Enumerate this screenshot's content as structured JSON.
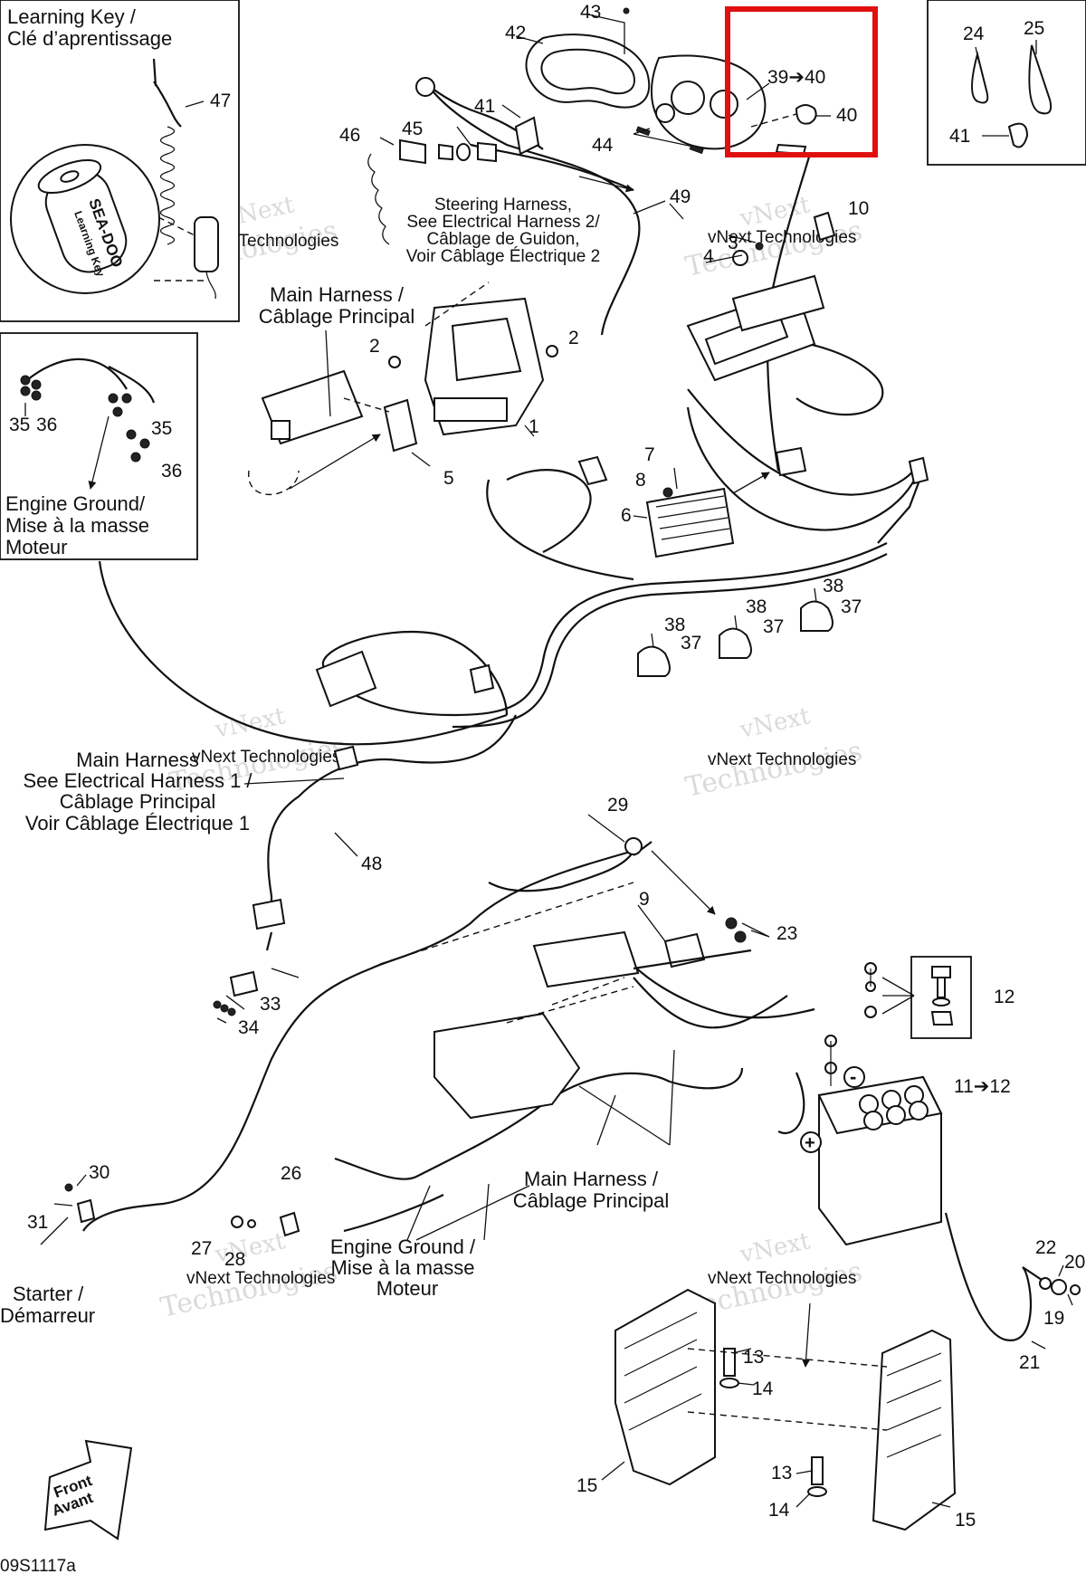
{
  "figure_code": "09S1117a",
  "watermark": [
    "vNext",
    "Technologies",
    "vNext Technologies"
  ],
  "highlight_color": "#e01010",
  "boxes": {
    "learning_key": {
      "title_line1": "Learning Key /",
      "title_line2": "Clé d’aprentissage",
      "brand": "SEA-DOO",
      "key_text": "Learning Key",
      "part": "47"
    },
    "engine_ground_top": {
      "line1": "Engine Ground/",
      "line2": "Mise à la masse",
      "line3": "Moteur",
      "parts": [
        "35",
        "36",
        "35",
        "36"
      ]
    },
    "clamps": {
      "parts": [
        "24",
        "25",
        "41"
      ]
    },
    "hardware_12": {
      "part": "12"
    }
  },
  "callouts": {
    "steering_harness": {
      "line1": "Steering Harness,",
      "line2": "See Electrical Harness 2/",
      "line3": "Câblage de Guidon,",
      "line4": "Voir Câblage Électrique 2"
    },
    "main_harness_top": {
      "line1": "Main Harness /",
      "line2": "Câblage Principal"
    },
    "main_harness_mid": {
      "line1": "Main Harness",
      "line2": "See Electrical Harness 1 /",
      "line3": "Câblage Principal",
      "line4": "Voir Câblage Électrique 1"
    },
    "main_harness_bottom": {
      "line1": "Main Harness /",
      "line2": "Câblage Principal"
    },
    "engine_ground_bottom": {
      "line1": "Engine Ground /",
      "line2": "Mise à la masse",
      "line3": "Moteur"
    },
    "starter": {
      "line1": "Starter /",
      "line2": "Démarreur"
    },
    "front": {
      "line1": "Front",
      "line2": "Avant"
    }
  },
  "part_numbers": {
    "p1": "1",
    "p2a": "2",
    "p2b": "2",
    "p3": "3",
    "p4": "4",
    "p5": "5",
    "p6": "6",
    "p7": "7",
    "p8": "8",
    "p9": "9",
    "p10": "10",
    "p11_12": "11➔12",
    "p13a": "13",
    "p13b": "13",
    "p14a": "14",
    "p14b": "14",
    "p15a": "15",
    "p15b": "15",
    "p19": "19",
    "p20": "20",
    "p21": "21",
    "p22": "22",
    "p23": "23",
    "p26": "26",
    "p27": "27",
    "p28": "28",
    "p29": "29",
    "p30": "30",
    "p31": "31",
    "p33": "33",
    "p34": "34",
    "p37a": "37",
    "p37b": "37",
    "p37c": "37",
    "p38a": "38",
    "p38b": "38",
    "p38c": "38",
    "p39_40": "39➔40",
    "p40": "40",
    "p41": "41",
    "p42": "42",
    "p43": "43",
    "p44": "44",
    "p45": "45",
    "p46": "46",
    "p48": "48",
    "p49": "49"
  }
}
